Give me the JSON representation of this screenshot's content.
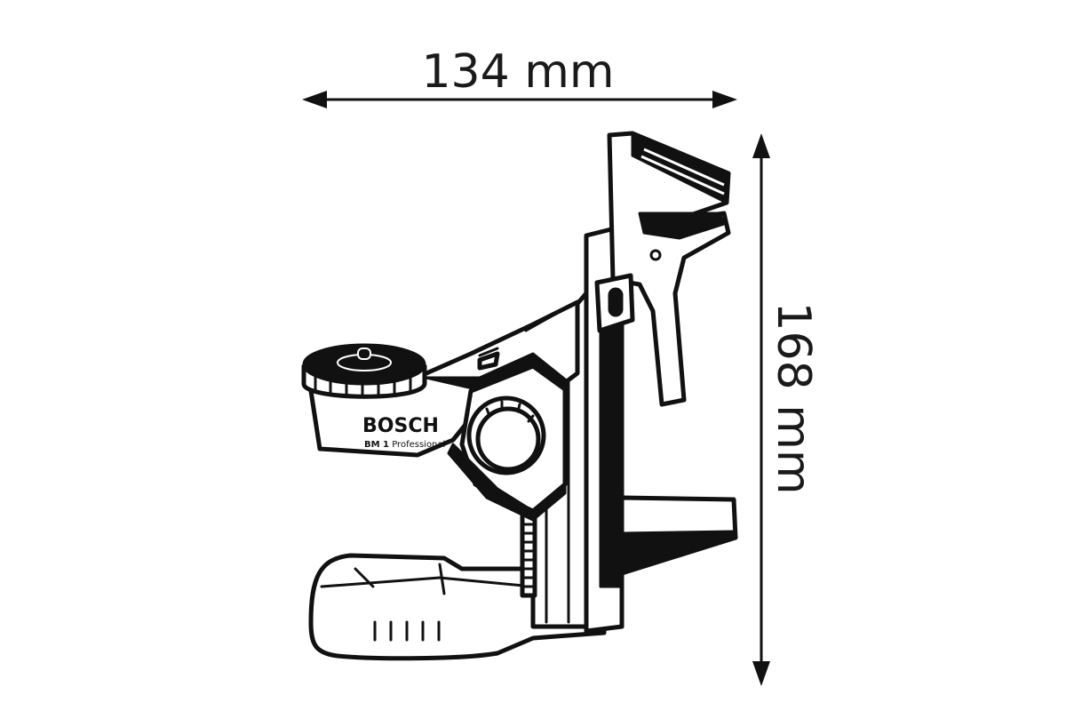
{
  "dimensions": {
    "width_label": "134 mm",
    "height_label": "168 mm"
  },
  "product": {
    "brand": "BOSCH",
    "model": "BM 1",
    "line": "Professional"
  },
  "colors": {
    "line": "#111111",
    "background": "#ffffff"
  }
}
